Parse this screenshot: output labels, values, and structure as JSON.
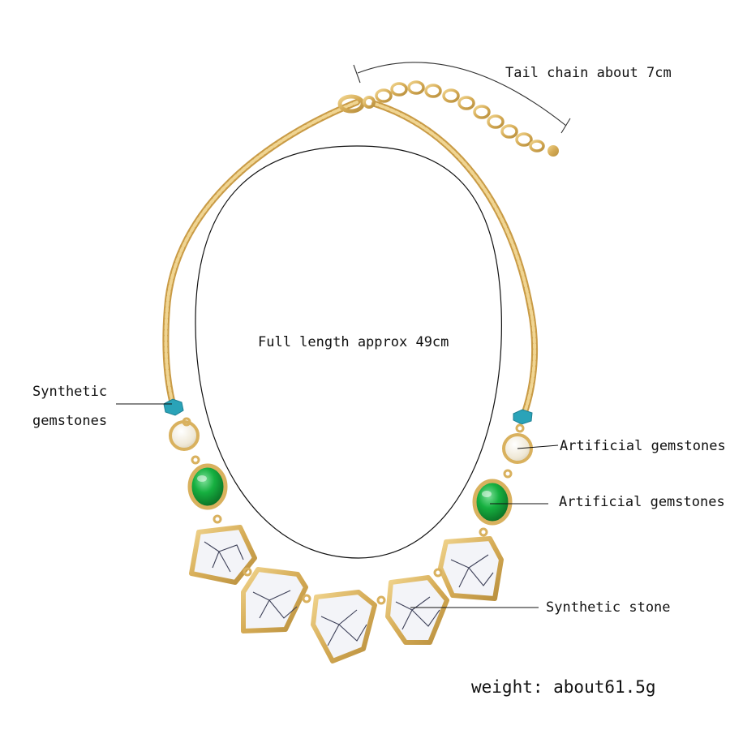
{
  "labels": {
    "tail_chain": "Tail chain about 7cm",
    "full_length": "Full length approx 49cm",
    "synthetic_gemstones_line1": "Synthetic",
    "synthetic_gemstones_line2": "gemstones",
    "artificial_gemstones_1": "Artificial gemstones",
    "artificial_gemstones_2": "Artificial gemstones",
    "synthetic_stone": "Synthetic stone",
    "weight": "weight: about61.5g"
  },
  "colors": {
    "background": "#ffffff",
    "gold": "#d9b15e",
    "gold_dark": "#b88f3e",
    "emerald": "#14a83a",
    "turquoise": "#2aa3b8",
    "marble": "#f3f4f8",
    "marble_vein": "#3d4058",
    "pearl": "#f4efe2",
    "line": "#111111"
  }
}
